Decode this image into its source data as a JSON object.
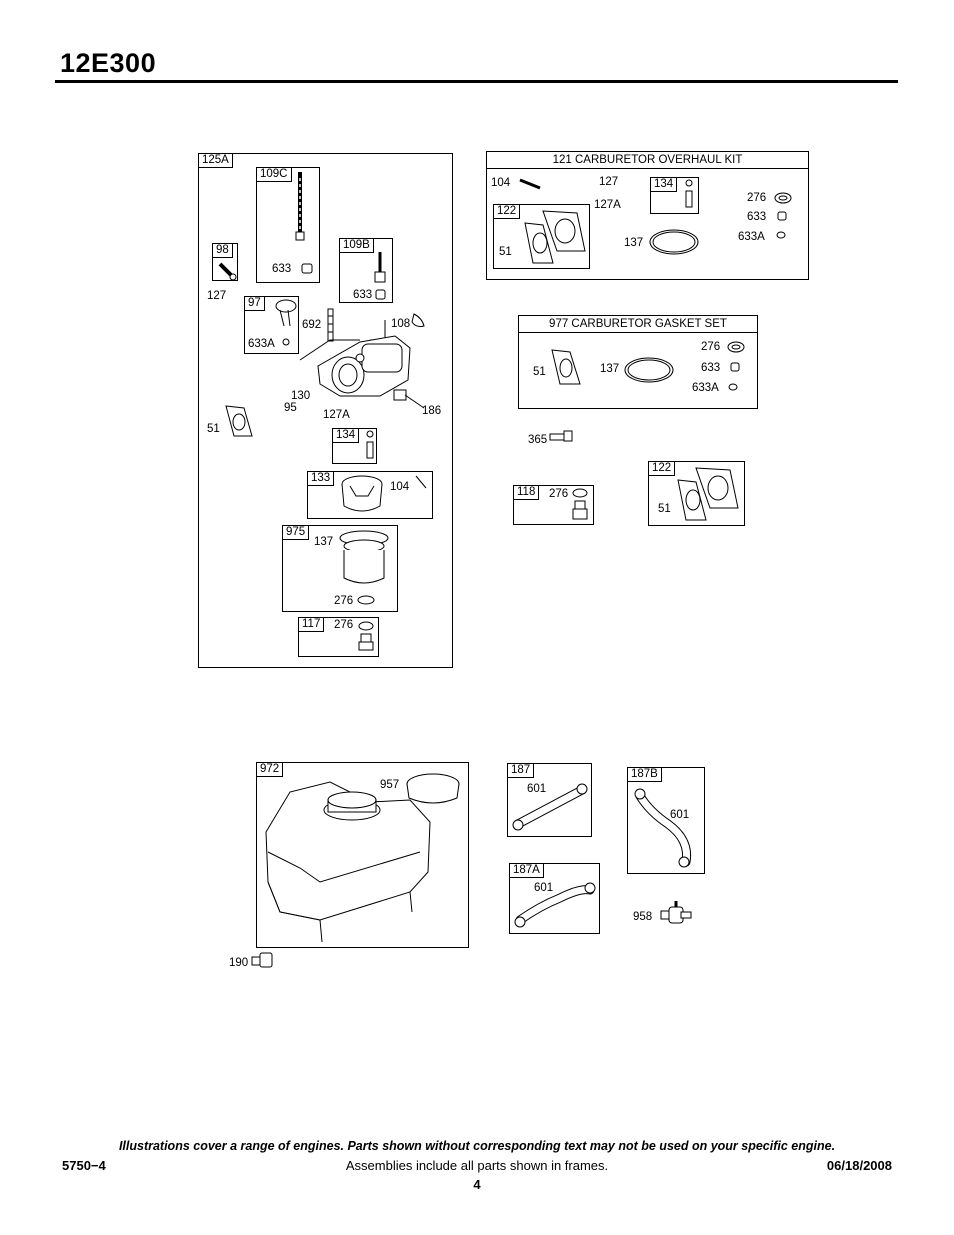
{
  "header": {
    "model": "12E300"
  },
  "labels": {
    "f125A": "125A",
    "f109C": "109C",
    "f109B": "109B",
    "f98": "98",
    "f97": "97",
    "f134": "134",
    "f133": "133",
    "f975": "975",
    "f117": "117",
    "p633_a": "633",
    "p633_b": "633",
    "p127": "127",
    "p633A": "633A",
    "p692": "692",
    "p108": "108",
    "p130": "130",
    "p95": "95",
    "p127A": "127A",
    "p186": "186",
    "p51": "51",
    "p104": "104",
    "p137": "137",
    "p276_a": "276",
    "p276_b": "276",
    "kit_title": "121 CARBURETOR OVERHAUL KIT",
    "k104": "104",
    "k127": "127",
    "k134": "134",
    "k127A": "127A",
    "k122": "122",
    "k51": "51",
    "k137": "137",
    "k276": "276",
    "k633": "633",
    "k633A": "633A",
    "gasket_title": "977 CARBURETOR GASKET SET",
    "g51": "51",
    "g137": "137",
    "g276": "276",
    "g633": "633",
    "g633A": "633A",
    "p365": "365",
    "f118": "118",
    "p276_c": "276",
    "f122": "122",
    "p51_b": "51",
    "f972": "972",
    "p957": "957",
    "p190": "190",
    "f187": "187",
    "p601_a": "601",
    "f187B": "187B",
    "p601_b": "601",
    "f187A": "187A",
    "p601_c": "601",
    "p958": "958"
  },
  "footer": {
    "note": "Illustrations cover a range of engines. Parts shown without corresponding text may not be used on your specific engine.",
    "doc_number": "5750−4",
    "assemblies": "Assemblies include all parts shown in frames.",
    "date": "06/18/2008",
    "page": "4"
  }
}
